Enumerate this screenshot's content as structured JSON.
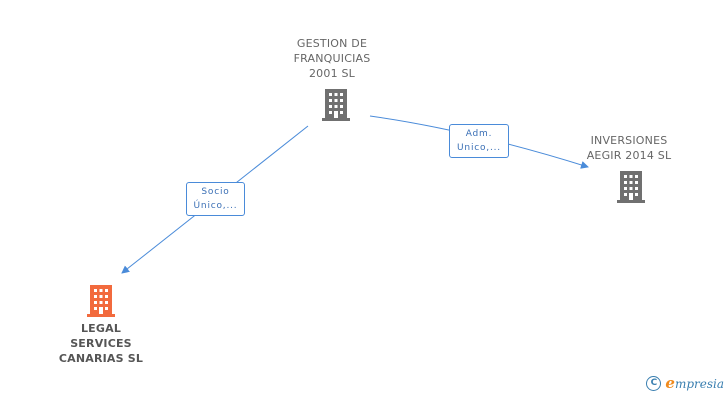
{
  "nodes": {
    "gestion": {
      "lines": [
        "GESTION DE",
        "FRANQUICIAS",
        "2001 SL"
      ],
      "icon": "building-icon",
      "color": "#707070"
    },
    "inversiones": {
      "lines": [
        "INVERSIONES",
        "AEGIR 2014  SL"
      ],
      "icon": "building-icon",
      "color": "#707070"
    },
    "legal": {
      "lines": [
        "LEGAL",
        "SERVICES",
        "CANARIAS  SL"
      ],
      "icon": "building-icon",
      "color": "#f26a3d"
    }
  },
  "edges": {
    "adm": {
      "lines": [
        "Adm.",
        "Unico,..."
      ]
    },
    "socio": {
      "lines": [
        "Socio",
        "Único,..."
      ]
    }
  },
  "colors": {
    "edge": "#4a8bd9",
    "accent": "#f26a3d",
    "neutral": "#707070"
  },
  "footer": {
    "copyright": "C",
    "brand_first": "e",
    "brand_rest": "mpresia"
  }
}
